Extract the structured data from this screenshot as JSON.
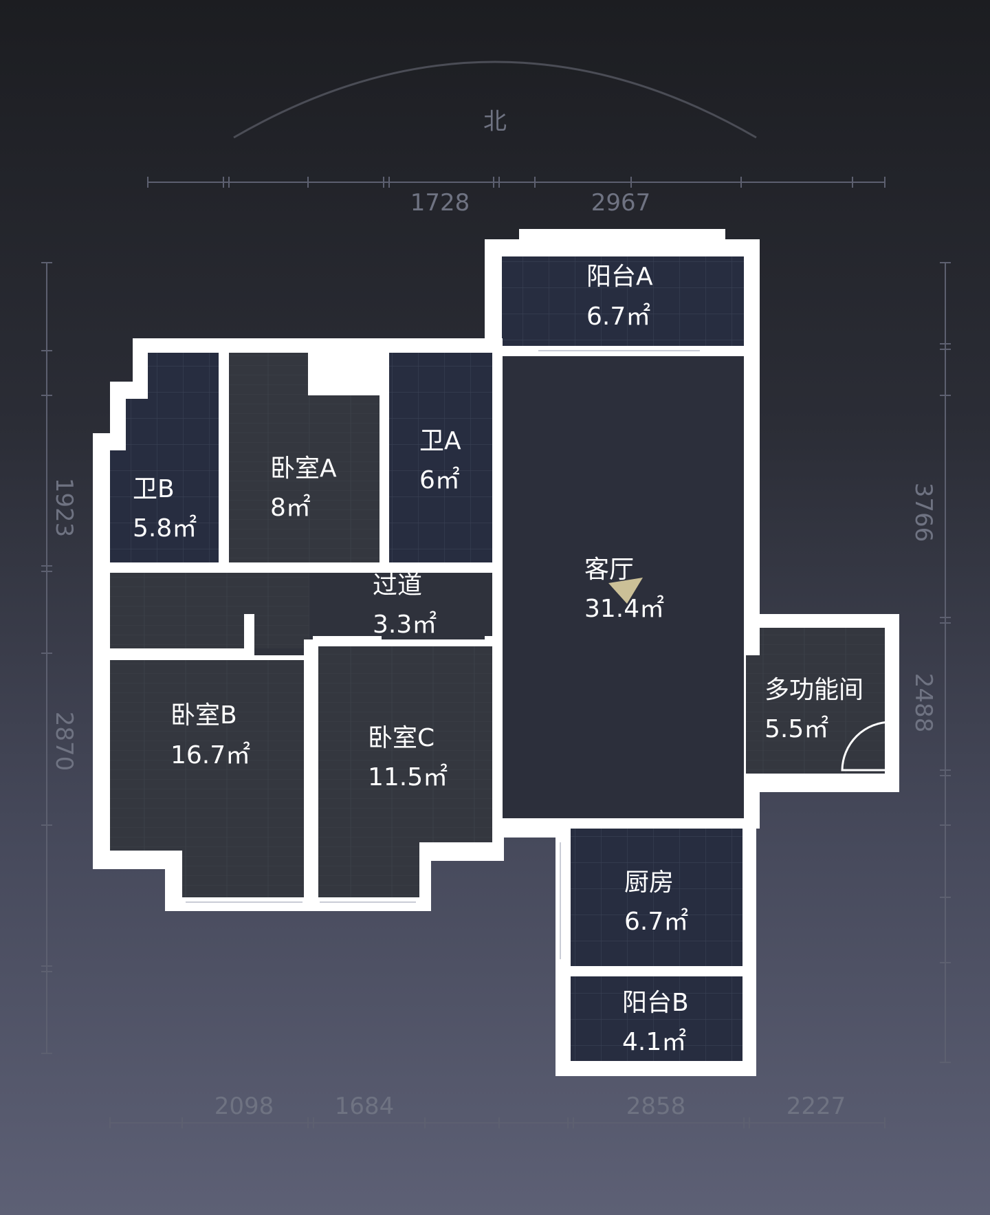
{
  "compass": {
    "label": "北"
  },
  "dimensions": {
    "top": [
      "1728",
      "2967"
    ],
    "bottom": [
      "2098",
      "1684",
      "2858",
      "2227"
    ],
    "left": [
      "1923",
      "2870"
    ],
    "right": [
      "3766",
      "2488"
    ]
  },
  "rooms": [
    {
      "id": "balcony-a",
      "name": "阳台A",
      "area": "6.7㎡"
    },
    {
      "id": "bathroom-b",
      "name": "卫B",
      "area": "5.8㎡"
    },
    {
      "id": "bedroom-a",
      "name": "卧室A",
      "area": "8㎡"
    },
    {
      "id": "bathroom-a",
      "name": "卫A",
      "area": "6㎡"
    },
    {
      "id": "hallway",
      "name": "过道",
      "area": "3.3㎡"
    },
    {
      "id": "living-room",
      "name": "客厅",
      "area": "31.4㎡"
    },
    {
      "id": "multi-room",
      "name": "多功能间",
      "area": "5.5㎡"
    },
    {
      "id": "bedroom-b",
      "name": "卧室B",
      "area": "16.7㎡"
    },
    {
      "id": "bedroom-c",
      "name": "卧室C",
      "area": "11.5㎡"
    },
    {
      "id": "kitchen",
      "name": "厨房",
      "area": "6.7㎡"
    },
    {
      "id": "balcony-b",
      "name": "阳台B",
      "area": "4.1㎡"
    }
  ],
  "colors": {
    "wall": "#ffffff",
    "tile_room": "#2a3042",
    "floor_room": "#353946",
    "living_room": "#2c2f3b",
    "dimension_text": "#6f7382",
    "viewpoint_marker": "#e8d9a8"
  }
}
